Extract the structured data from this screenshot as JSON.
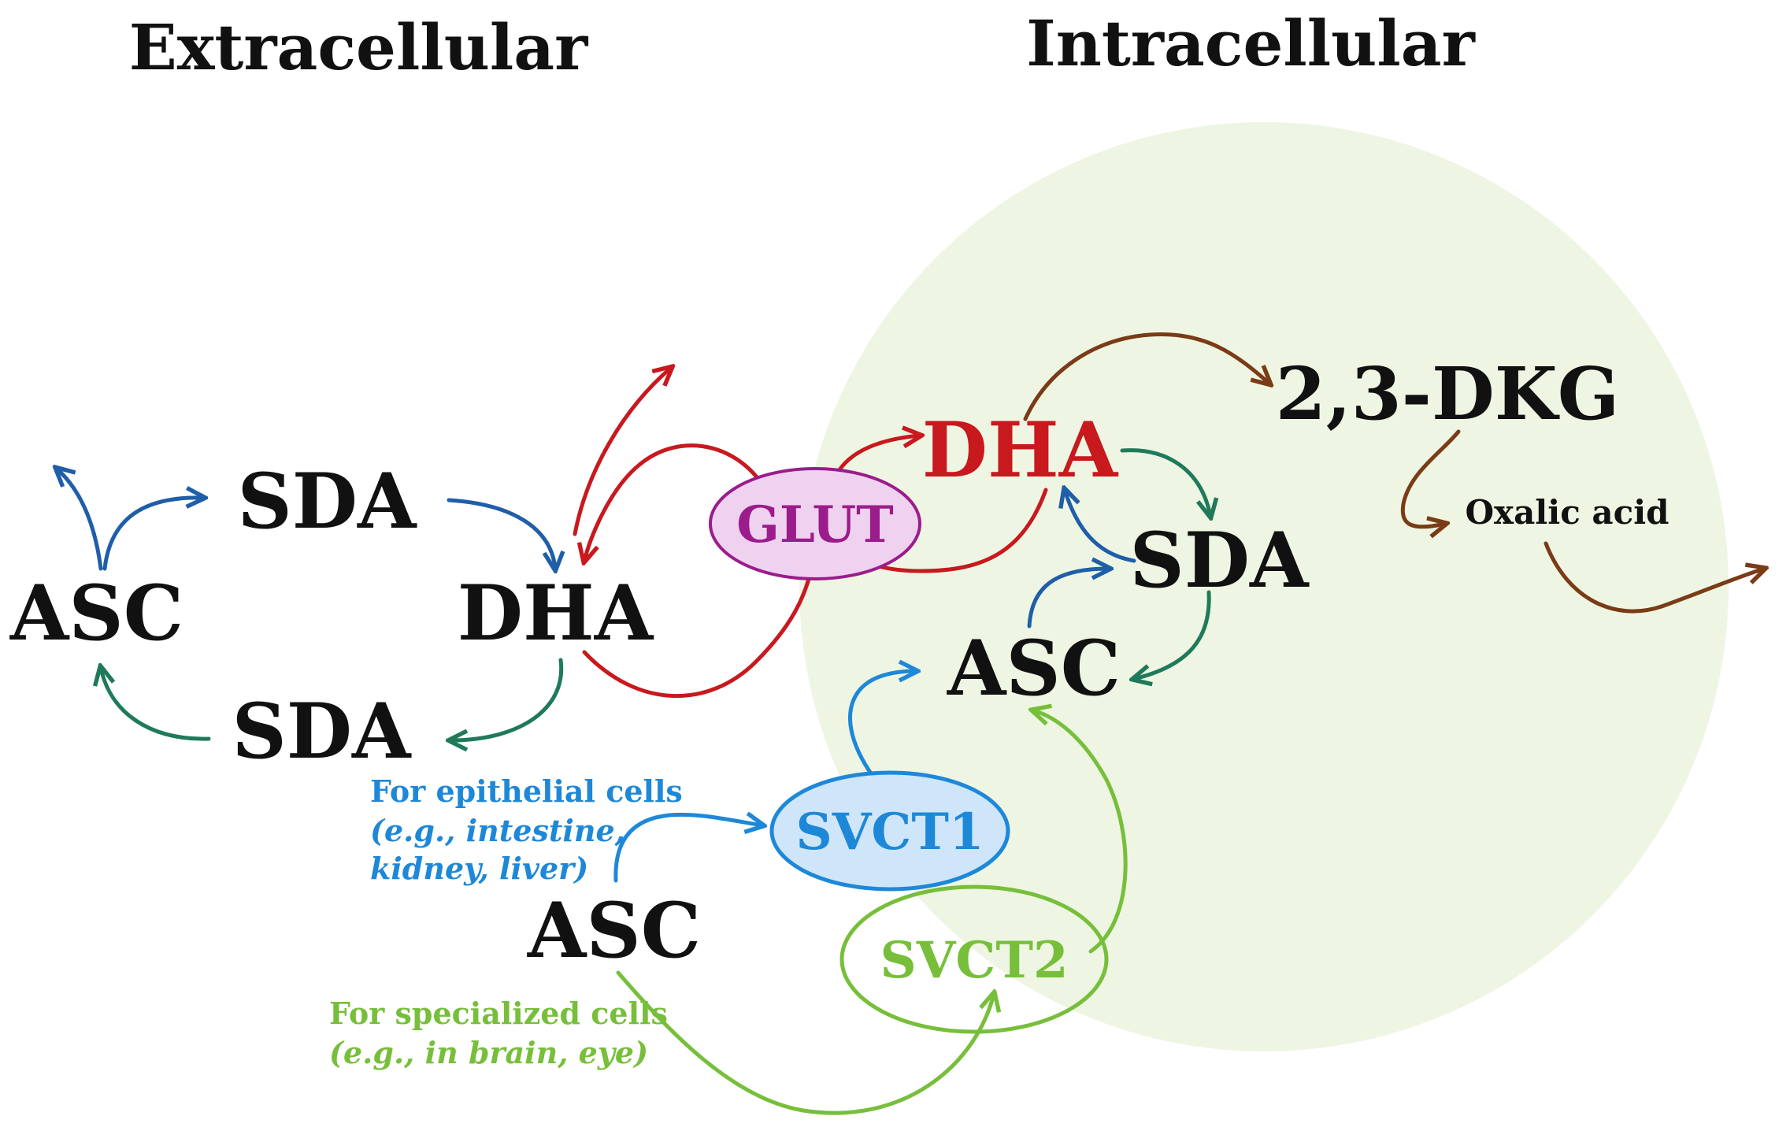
{
  "headers": {
    "extracellular": "Extracellular",
    "intracellular": "Intracellular"
  },
  "extracellular": {
    "asc": "ASC",
    "sda_top": "SDA",
    "dha": "DHA",
    "sda_bottom": "SDA",
    "asc_bottom": "ASC"
  },
  "intracellular": {
    "dha": "DHA",
    "sda": "SDA",
    "asc": "ASC",
    "dkg": "2,3-DKG",
    "oxalic_acid": "Oxalic acid"
  },
  "transporters": {
    "glut": "GLUT",
    "svct1": "SVCT1",
    "svct2": "SVCT2"
  },
  "notes": {
    "epithelial_line1": "For epithelial cells",
    "epithelial_line2": "(e.g., intestine,",
    "epithelial_line3": "kidney, liver)",
    "specialized_line1": "For specialized cells",
    "specialized_line2": "(e.g., in brain, eye)"
  },
  "colors": {
    "cell": "#eef6e3",
    "blue_arrow": "#1f5ea8",
    "teal_arrow": "#1f7a5a",
    "red": "#c8191e",
    "brown": "#7a3b16",
    "glut": "#9b1c8a",
    "svct1": "#1e88d8",
    "svct2": "#77bf3b"
  }
}
